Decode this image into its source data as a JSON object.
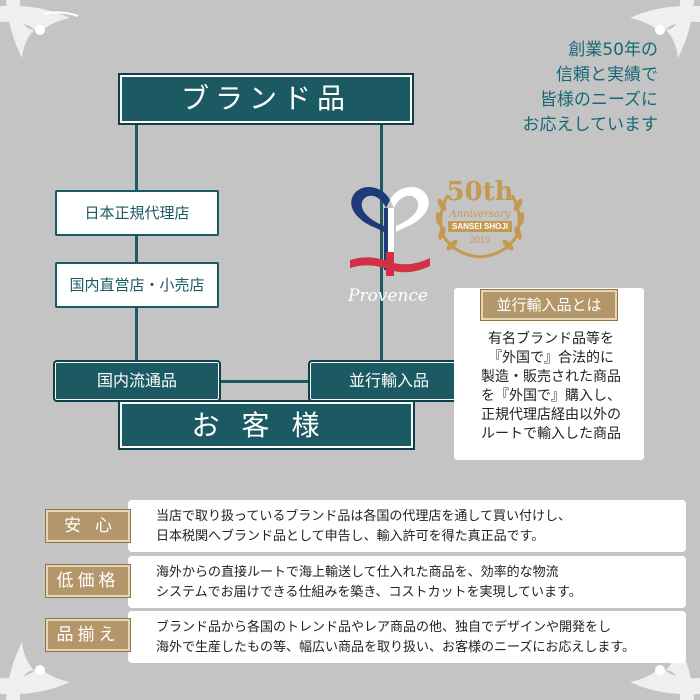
{
  "tagline": {
    "line1": "創業50年の",
    "line2": "信頼と実績で",
    "line3": "皆様のニーズに",
    "line4": "お応えしています"
  },
  "diagram": {
    "brand_title": "ブランド品",
    "japan_agent": "日本正規代理店",
    "domestic_store": "国内直営店・小売店",
    "domestic_dist": "国内流通品",
    "parallel_import": "並行輸入品",
    "customer": "お客様"
  },
  "logo": {
    "text": "Provence",
    "colors": {
      "navy": "#1f3a78",
      "red": "#d23044"
    }
  },
  "badge": {
    "number": "50th",
    "word": "Anniversary",
    "name": "SANSEI SHOJI",
    "year": "2019",
    "color": "#c29a52"
  },
  "info": {
    "title": "並行輸入品とは",
    "lines": [
      "有名ブランド品等を",
      "『外国で』合法的に",
      "製造・販売された商品",
      "を『外国で』購入し、",
      "正規代理店経由以外の",
      "ルートで輸入した商品"
    ]
  },
  "features": [
    {
      "label": "安心",
      "lines": [
        "当店で取り扱っているブランド品は各国の代理店を通して買い付けし、",
        "日本税関へブランド品として申告し、輸入許可を得た真正品です。"
      ]
    },
    {
      "label": "低価格",
      "lines": [
        "海外からの直接ルートで海上輸送して仕入れた商品を、効率的な物流",
        "システムでお届けできる仕組みを築き、コストカットを実現しています。"
      ]
    },
    {
      "label": "品揃え",
      "lines": [
        "ブランド品から各国のトレンド品やレア商品の他、独自でデザインや開発をし",
        "海外で生産したもの等、幅広い商品を取り扱い、お客様のニーズにお応えします。"
      ]
    }
  ],
  "colors": {
    "teal": "#1b5963",
    "gold": "#b3976a",
    "background": "#c4c4c4",
    "tagline": "#176877"
  }
}
